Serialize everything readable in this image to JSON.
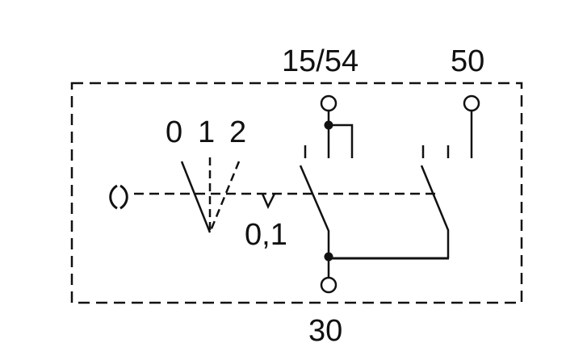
{
  "labels": {
    "terminal_15_54": "15/54",
    "terminal_50": "50",
    "terminal_30": "30",
    "pos_0": "0",
    "pos_1": "1",
    "pos_2": "2",
    "pos_01": "0,1"
  }
}
